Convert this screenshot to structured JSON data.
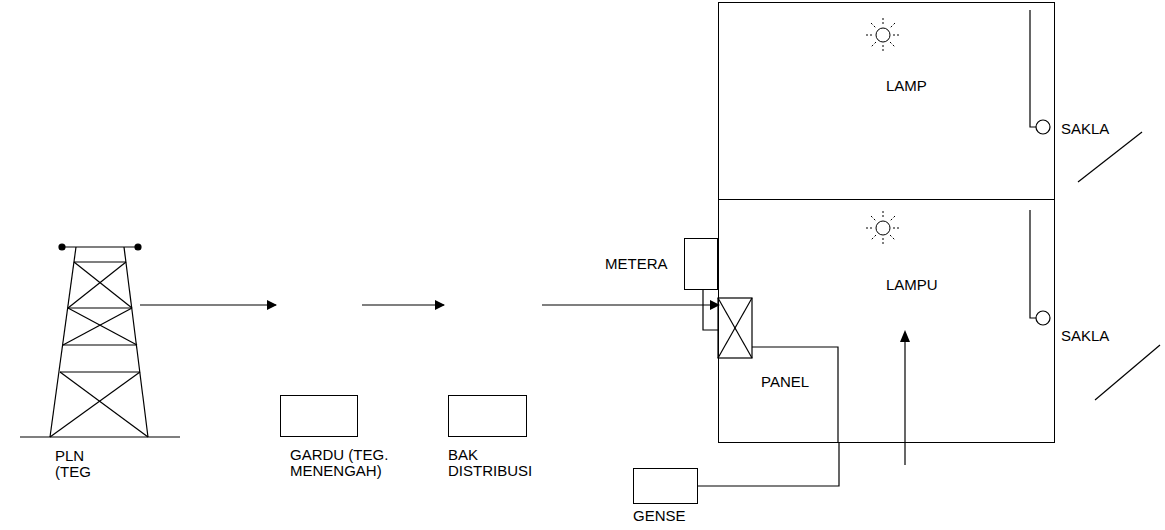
{
  "diagram": {
    "nodes": [
      {
        "text": [
          "PLN (TEG"
        ]
      },
      {
        "text": [
          "GARDU (TEG. MENENGAH)"
        ]
      },
      {
        "text": [
          "BAK DISTRIBUSI"
        ]
      },
      {
        "text": [
          "LAMP",
          "SAKLA"
        ]
      },
      {
        "text": [
          "LAMPU",
          "SAKLA"
        ]
      },
      {
        "text": [
          "METERA"
        ]
      },
      {
        "text": [
          "PANEL"
        ],
        "in": 4
      },
      {
        "text": [
          "GENSE"
        ]
      }
    ],
    "edges": [
      {
        "from": 0,
        "to": 1,
        "arrow": "to"
      },
      {
        "from": 1,
        "to": 2,
        "arrow": "to"
      },
      {
        "from": 2,
        "to": 6,
        "arrow": "to"
      },
      {
        "from": 5,
        "to": 6,
        "arrow": "none"
      },
      {
        "from": 7,
        "to": 6,
        "arrow": "none"
      }
    ]
  }
}
